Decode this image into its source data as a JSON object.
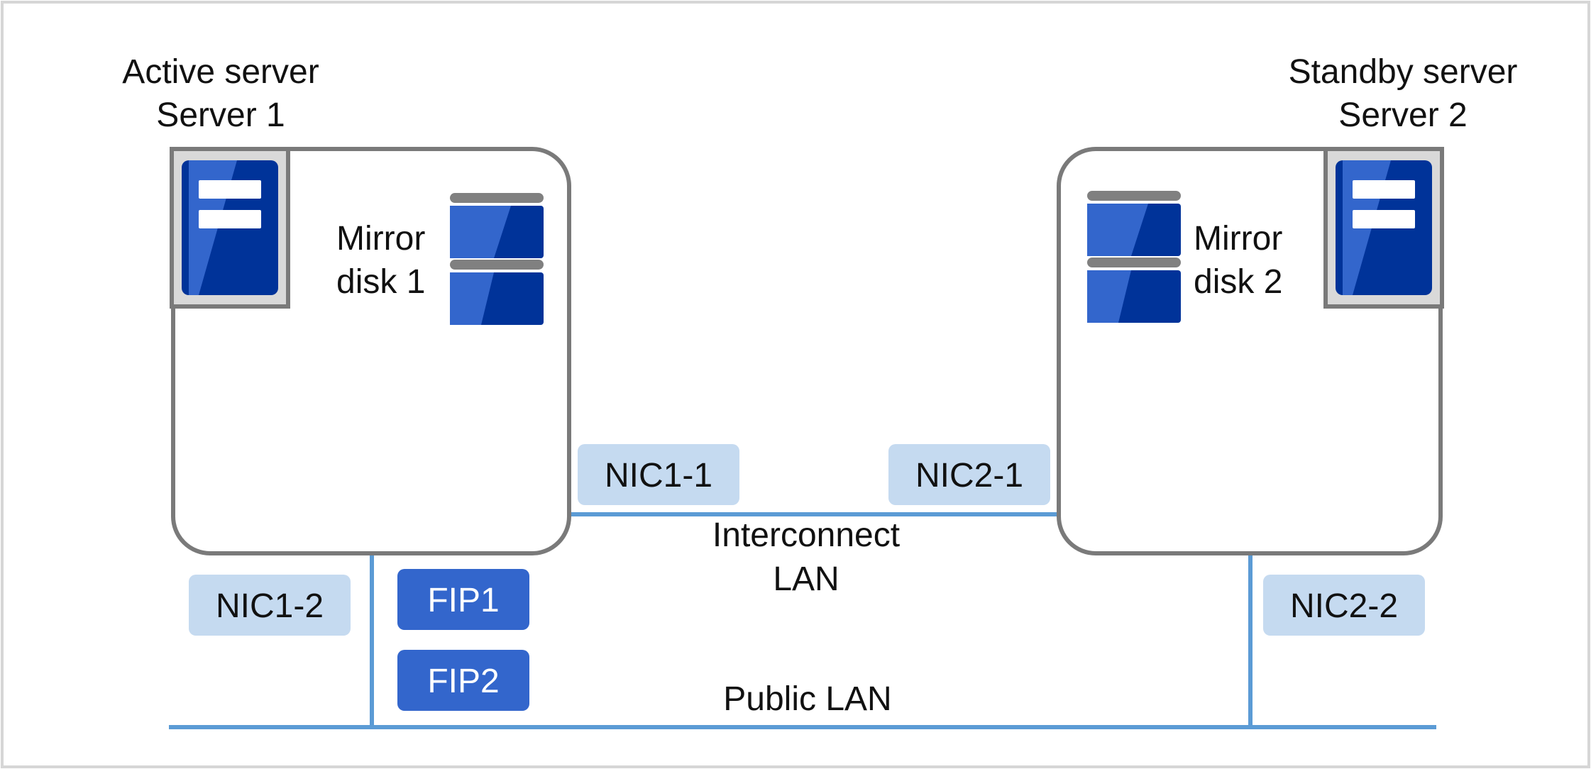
{
  "servers": {
    "active": {
      "role": "Active server",
      "name": "Server 1",
      "disk_line1": "Mirror",
      "disk_line2": "disk 1"
    },
    "standby": {
      "role": "Standby server",
      "name": "Server 2",
      "disk_line1": "Mirror",
      "disk_line2": "disk 2"
    }
  },
  "nics": {
    "nic1_1": "NIC1-1",
    "nic2_1": "NIC2-1",
    "nic1_2": "NIC1-2",
    "nic2_2": "NIC2-2"
  },
  "fips": {
    "fip1": "FIP1",
    "fip2": "FIP2"
  },
  "networks": {
    "interconnect_line1": "Interconnect",
    "interconnect_line2": "LAN",
    "public": "Public LAN"
  },
  "colors": {
    "frame": "#d6d6d6",
    "outline": "#7a7a7a",
    "network": "#5b9bd5",
    "nic_fill": "#c5daf0",
    "fip_fill": "#3366cc",
    "server_dark": "#003399",
    "server_light": "#3366cc",
    "disk_cap": "#808080"
  }
}
